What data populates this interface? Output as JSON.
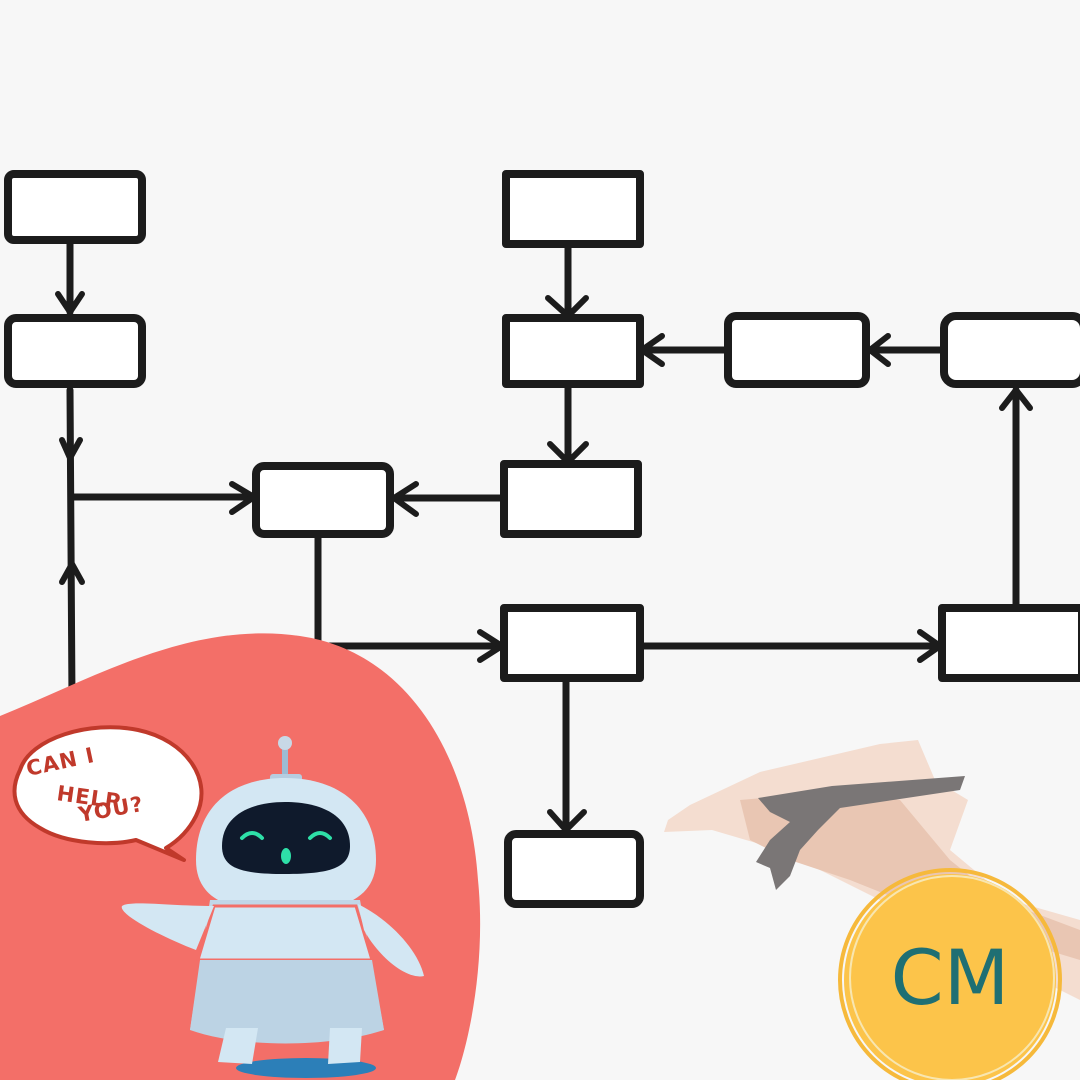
{
  "speech_bubble": {
    "line1": "CAN I",
    "line2": "HELP",
    "line3": "YOU?"
  },
  "logo": {
    "text": "CM",
    "ring_color": "#f6b93b",
    "fill_color": "#fcc44a",
    "text_color": "#1f6f73"
  },
  "colors": {
    "background": "#f7f7f7",
    "blob": "#f36f68",
    "robot_body": "#d3e7f3",
    "robot_visor": "#0f1a2c",
    "robot_eyes": "#2ee0a8",
    "flowchart_stroke": "#1c1c1c"
  },
  "icons": [
    "robot-icon",
    "hand-drawing-icon",
    "speech-bubble-icon",
    "cm-logo-icon"
  ]
}
